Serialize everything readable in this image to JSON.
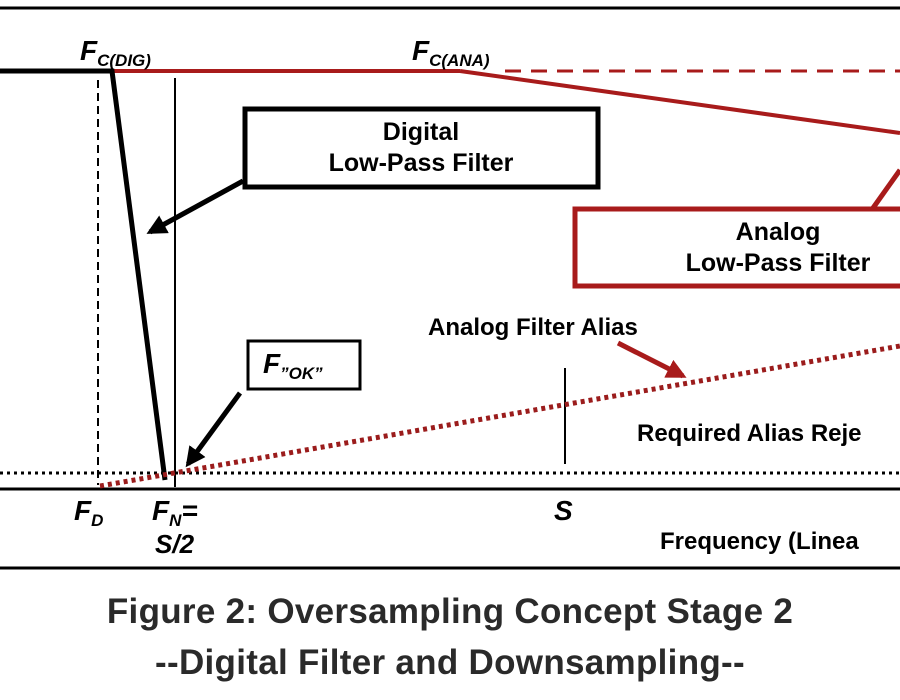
{
  "diagram": {
    "labels": {
      "fc_dig_main": "F",
      "fc_dig_sub": "C(DIG)",
      "fc_ana_main": "F",
      "fc_ana_sub": "C(ANA)",
      "digital_filter_line1": "Digital",
      "digital_filter_line2": "Low-Pass Filter",
      "analog_filter_line1": "Analog",
      "analog_filter_line2": "Low-Pass Filter",
      "analog_filter_alias": "Analog Filter Alias",
      "f_ok_main": "F",
      "f_ok_sub": "”OK”",
      "required_alias": "Required Alias Reje",
      "fd_main": "F",
      "fd_sub": "D",
      "fn_main": "F",
      "fn_sub": "N",
      "fn_eq": "=",
      "fn_line2": "S/2",
      "s_label": "S",
      "frequency_axis": "Frequency (Linea"
    },
    "colors": {
      "black": "#000000",
      "red": "#a81b1b",
      "darkred": "#9b1c1c"
    }
  },
  "caption": {
    "line1": "Figure 2: Oversampling Concept Stage 2",
    "line2": "--Digital Filter and Downsampling--"
  }
}
